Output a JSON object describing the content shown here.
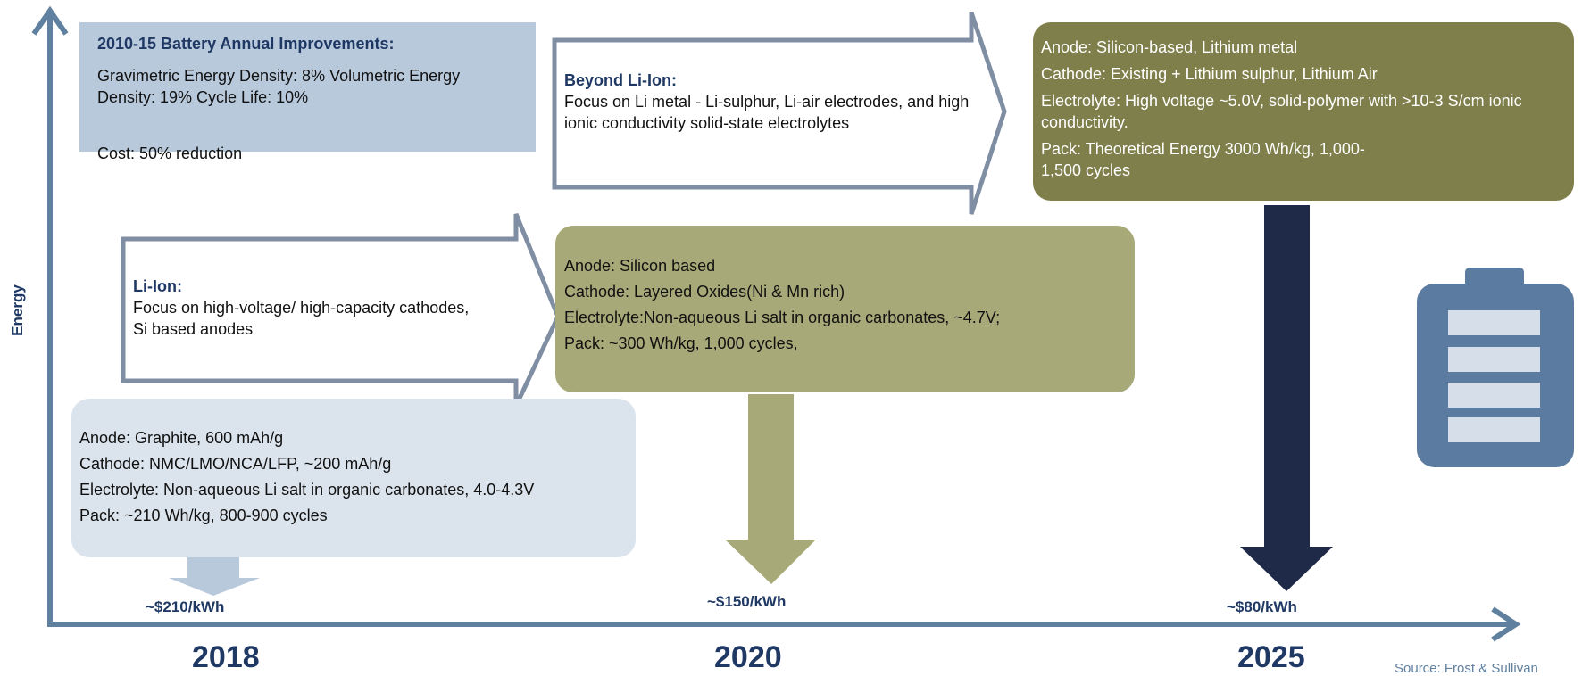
{
  "axis": {
    "y_label": "Energy"
  },
  "improvements": {
    "title": "2010-15 Battery Annual Improvements:",
    "line1": "Gravimetric Energy Density: 8% Volumetric Energy Density: 19% Cycle Life: 10%",
    "line2": "Cost: 50% reduction"
  },
  "liion": {
    "title": "Li-Ion:",
    "body": "Focus on high-voltage/ high-capacity cathodes, Si based anodes"
  },
  "beyond": {
    "title": "Beyond Li-Ion:",
    "body": "Focus on Li metal - Li-sulphur, Li-air electrodes, and high ionic conductivity solid-state electrolytes"
  },
  "spec_2018": [
    "Anode: Graphite, 600 mAh/g",
    "Cathode: NMC/LMO/NCA/LFP, ~200 mAh/g",
    "Electrolyte: Non-aqueous Li salt in organic carbonates, 4.0-4.3V",
    "Pack: ~210 Wh/kg, 800-900 cycles"
  ],
  "spec_2020": [
    "Anode: Silicon based",
    "Cathode: Layered Oxides(Ni & Mn rich)",
    "Electrolyte:Non-aqueous Li salt in organic carbonates, ~4.7V;",
    "Pack: ~300 Wh/kg, 1,000 cycles,"
  ],
  "spec_2025": [
    "Anode: Silicon-based, Lithium metal",
    "Cathode: Existing + Lithium sulphur, Lithium Air",
    "Electrolyte: High voltage ~5.0V, solid-polymer with >10-3 S/cm ionic conductivity.",
    "Pack: Theoretical Energy 3000 Wh/kg, 1,000-1,500 cycles"
  ],
  "prices": [
    "~$210/kWh",
    "~$150/kWh",
    "~$80/kWh"
  ],
  "years": [
    "2018",
    "2020",
    "2025"
  ],
  "source": "Source: Frost & Sullivan",
  "colors": {
    "axis": "#60809f",
    "dark_navy": "#1f2a48",
    "olive": "#a8a978",
    "dark_olive": "#7f7f4c",
    "light_blue": "#b8c9dc",
    "battery": "#5b7ca0"
  }
}
